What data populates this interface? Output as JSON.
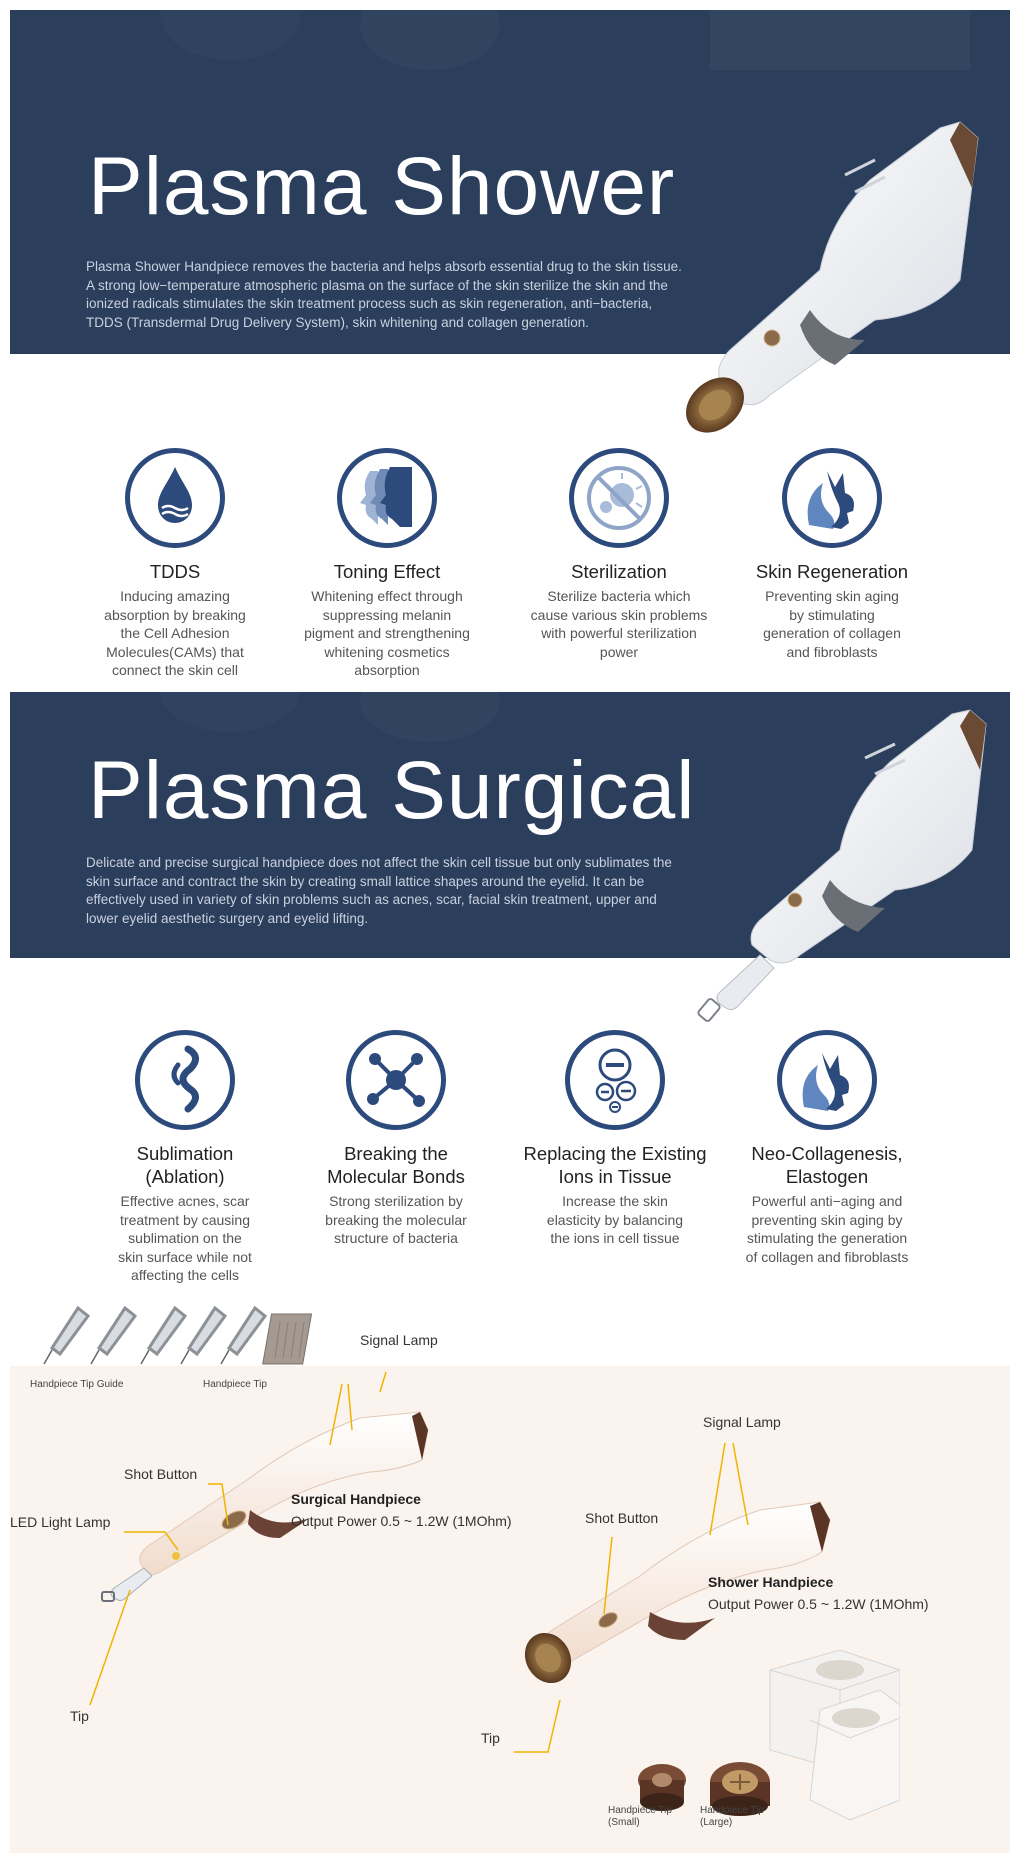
{
  "shower": {
    "title": "Plasma Shower",
    "desc": [
      "Plasma Shower Handpiece removes the bacteria and helps absorb essential drug to the skin tissue.",
      "A strong low−temperature atmospheric plasma on the surface of the skin sterilize the skin and the",
      "ionized radicals stimulates the skin treatment process such as skin regeneration, anti−bacteria,",
      "TDDS (Transdermal Drug Delivery System), skin whitening and collagen generation."
    ],
    "features": [
      {
        "icon": "water-drop-icon",
        "title": [
          "TDDS"
        ],
        "desc": [
          "Inducing amazing",
          "absorption by breaking",
          "the Cell Adhesion",
          "Molecules(CAMs) that",
          "connect the skin cell"
        ]
      },
      {
        "icon": "face-profiles-icon",
        "title": [
          "Toning Effect"
        ],
        "desc": [
          "Whitening effect through",
          "suppressing melanin",
          "pigment and strengthening",
          "whitening cosmetics",
          "absorption"
        ]
      },
      {
        "icon": "no-bacteria-icon",
        "title": [
          "Sterilization"
        ],
        "desc": [
          "Sterilize bacteria which",
          "cause various skin problems",
          "with powerful sterilization",
          "power"
        ]
      },
      {
        "icon": "face-wave-icon",
        "title": [
          "Skin Regeneration"
        ],
        "desc": [
          "Preventing skin aging",
          "by stimulating",
          "generation of collagen",
          "and fibroblasts"
        ]
      }
    ]
  },
  "surgical": {
    "title": "Plasma Surgical",
    "desc": [
      "Delicate and precise surgical handpiece does not affect the skin cell tissue but only sublimates the",
      "skin surface and contract the skin by creating small lattice shapes around the eyelid. It can be",
      "effectively used in variety of skin problems such as acnes, scar, facial skin treatment, upper and",
      "lower eyelid aesthetic surgery and eyelid lifting."
    ],
    "features": [
      {
        "icon": "vapor-swirl-icon",
        "title": [
          "Sublimation",
          "(Ablation)"
        ],
        "desc": [
          "Effective acnes, scar",
          "treatment by causing",
          "sublimation on the",
          "skin surface while not",
          "affecting the cells"
        ]
      },
      {
        "icon": "molecule-icon",
        "title": [
          "Breaking the",
          "Molecular Bonds"
        ],
        "desc": [
          "Strong sterilization by",
          "breaking the molecular",
          "structure of bacteria"
        ]
      },
      {
        "icon": "ions-icon",
        "title": [
          "Replacing the Existing",
          "Ions in Tissue"
        ],
        "desc": [
          "Increase the skin",
          "elasticity by balancing",
          "the ions in cell tissue"
        ]
      },
      {
        "icon": "face-wave-icon",
        "title": [
          "Neo-Collagenesis,",
          "Elastogen"
        ],
        "desc": [
          "Powerful anti−aging and",
          "preventing skin aging by",
          "stimulating the generation",
          "of collagen and fibroblasts"
        ]
      }
    ]
  },
  "diagram": {
    "tip_guide_label": "Handpiece Tip Guide",
    "tip_label_top": "Handpiece Tip",
    "signal_lamp_1": "Signal Lamp",
    "shot_button_1": "Shot Button",
    "led_light_lamp": "LED Light Lamp",
    "tip_1": "Tip",
    "surgical_title": "Surgical Handpiece",
    "surgical_output": "Output Power 0.5 ~ 1.2W (1MOhm)",
    "signal_lamp_2": "Signal Lamp",
    "shot_button_2": "Shot Button",
    "shower_title": "Shower Handpiece",
    "shower_output": "Output Power 0.5 ~ 1.2W (1MOhm)",
    "tip_2": "Tip",
    "tip_small": [
      "Handpiece Tip",
      "(Small)"
    ],
    "tip_large": [
      "Handpiece Tip",
      "(Large)"
    ]
  }
}
